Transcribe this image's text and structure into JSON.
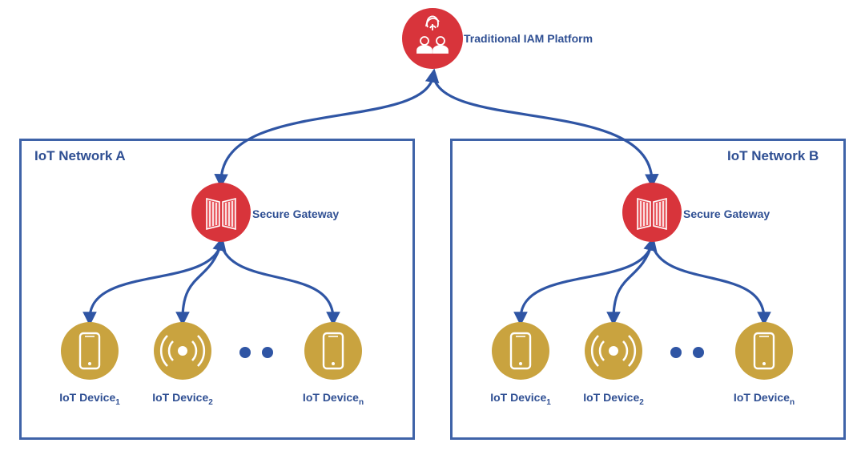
{
  "platform": {
    "label": "Traditional IAM Platform",
    "color": "#d8343b"
  },
  "colors": {
    "arrow": "#2f55a4",
    "device": "#c9a33f",
    "box": "#3f63a8",
    "text": "#2f4f93"
  },
  "networks": [
    {
      "title": "IoT Network A",
      "gateway_label": "Secure Gateway",
      "devices": [
        {
          "name": "IoT Device",
          "sub": "1",
          "icon": "smartphone-icon"
        },
        {
          "name": "IoT Device",
          "sub": "2",
          "icon": "wireless-sensor-icon"
        },
        {
          "name": "IoT Device",
          "sub": "n",
          "icon": "smartphone-icon"
        }
      ]
    },
    {
      "title": "IoT Network B",
      "gateway_label": "Secure Gateway",
      "devices": [
        {
          "name": "IoT Device",
          "sub": "1",
          "icon": "smartphone-icon"
        },
        {
          "name": "IoT Device",
          "sub": "2",
          "icon": "wireless-sensor-icon"
        },
        {
          "name": "IoT Device",
          "sub": "n",
          "icon": "smartphone-icon"
        }
      ]
    }
  ]
}
